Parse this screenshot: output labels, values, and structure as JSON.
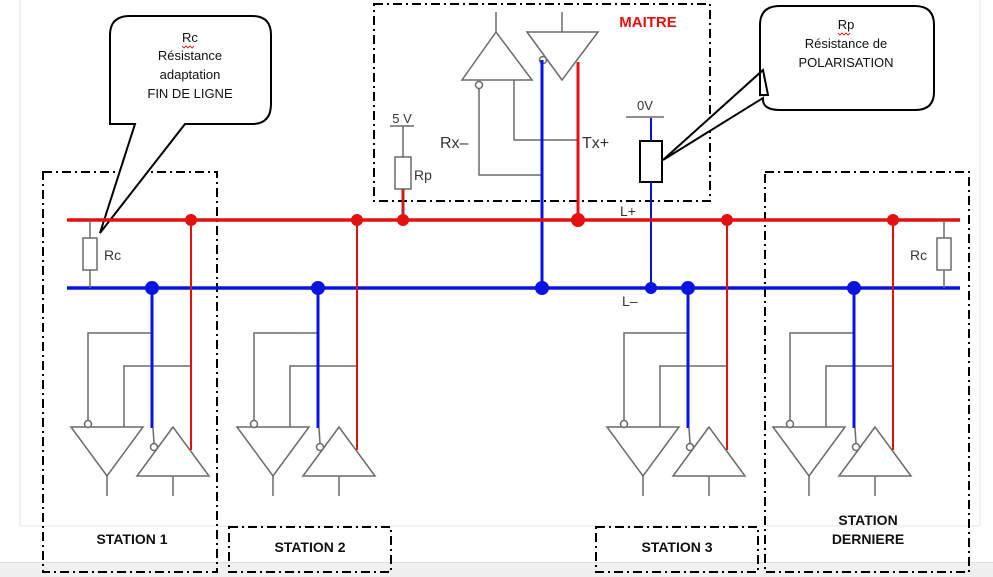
{
  "colors": {
    "line_plus": "#e41010",
    "line_minus": "#0a14e0",
    "wire": "#6a6a6a",
    "frame": "#000000",
    "master_label": "#e41010",
    "page_border": "#e0e0e0"
  },
  "callouts": {
    "rc": {
      "line1": "Rc",
      "line2": "Résistance",
      "line3": "adaptation",
      "line4": "FIN DE LIGNE"
    },
    "rp": {
      "line1": "Rp",
      "line2": "Résistance de",
      "line3": "POLARISATION"
    }
  },
  "master": {
    "title": "MAITRE",
    "rx_label": "Rx–",
    "tx_label": "Tx+",
    "supply_5v": "5 V",
    "rp_label": "Rp",
    "supply_0v": "0V"
  },
  "bus": {
    "plus_label": "L+",
    "minus_label": "L–",
    "rc_left": "Rc",
    "rc_right": "Rc"
  },
  "stations": [
    {
      "label": "STATION 1"
    },
    {
      "label": "STATION 2"
    },
    {
      "label": "STATION 3"
    },
    {
      "label_line1": "STATION",
      "label_line2": "DERNIERE"
    }
  ]
}
